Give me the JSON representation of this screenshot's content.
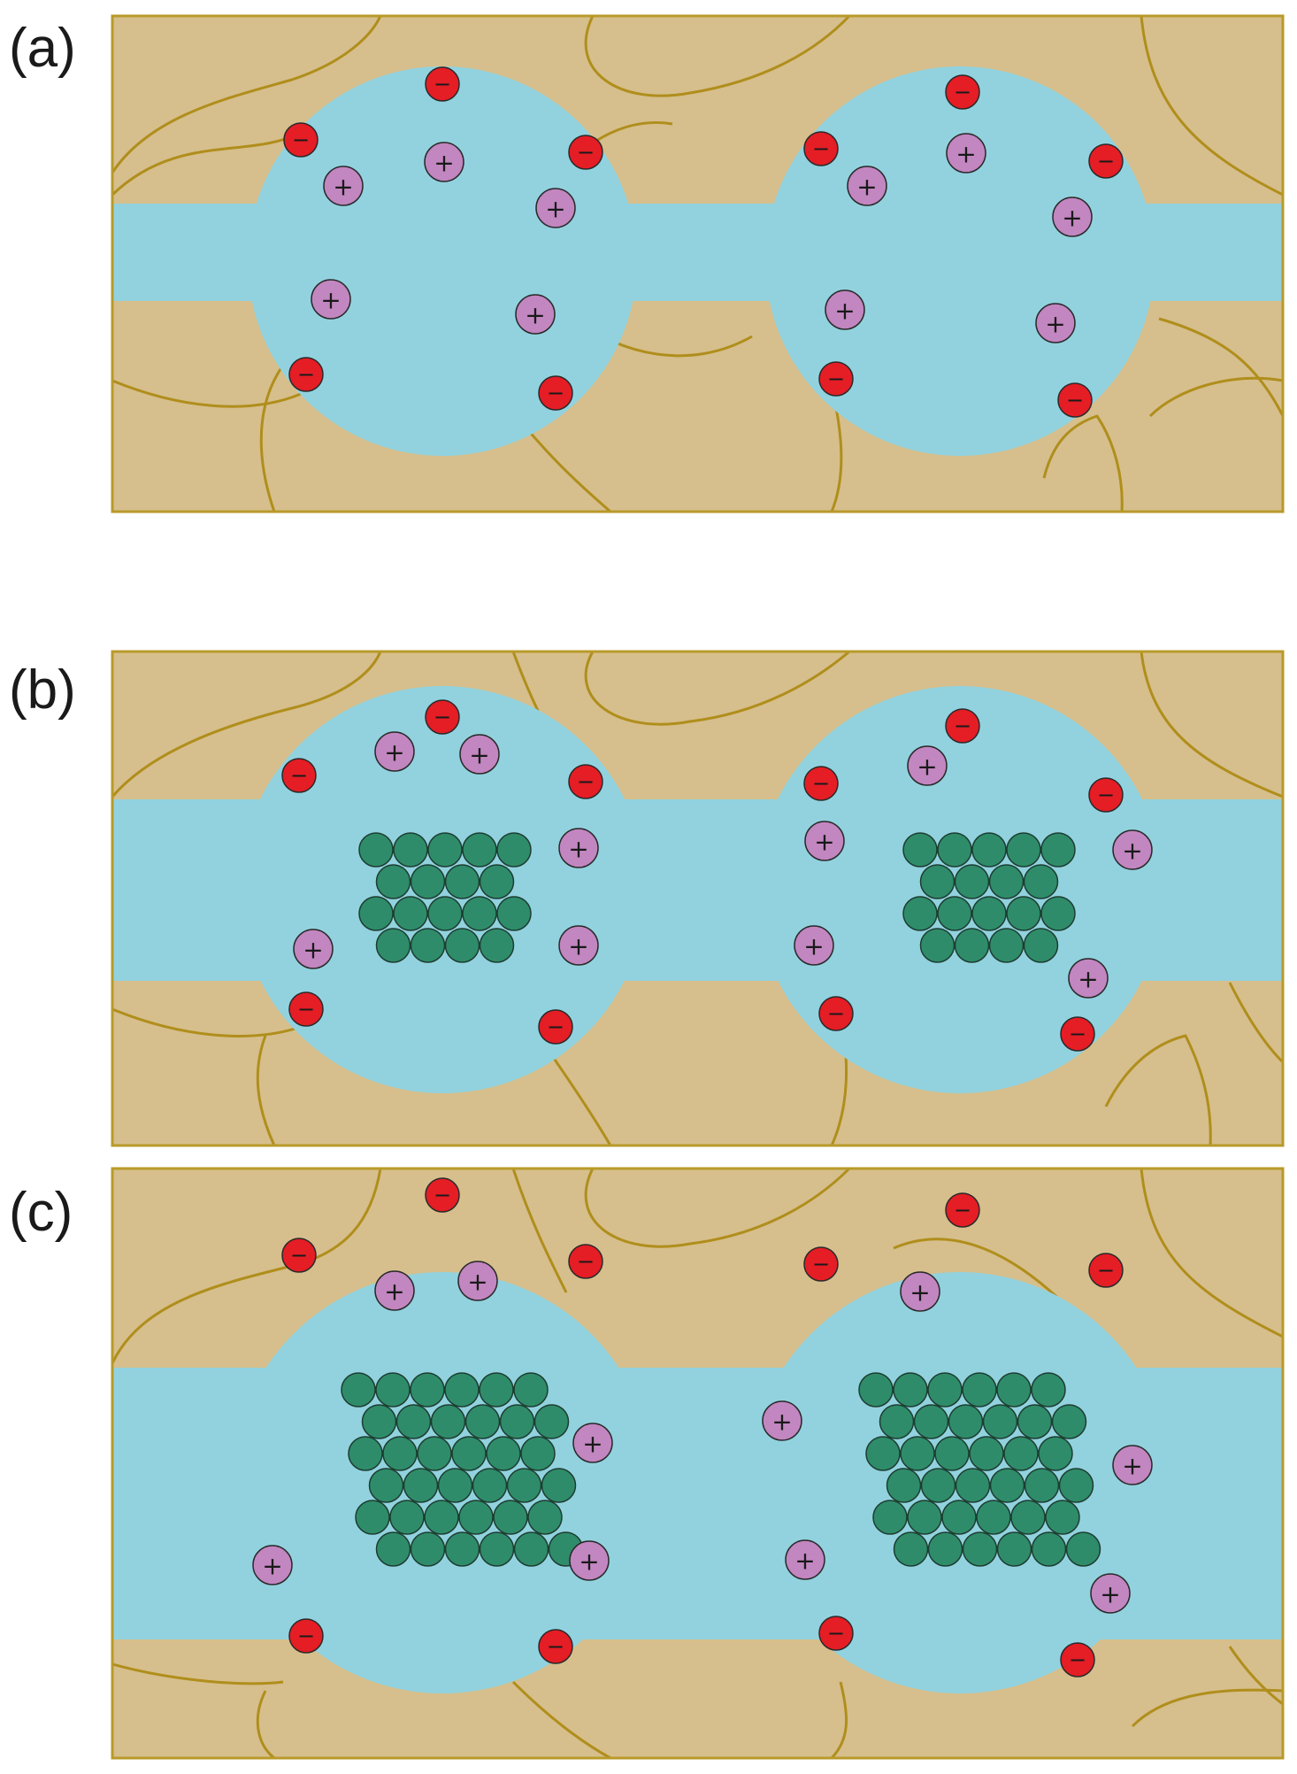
{
  "colors": {
    "matrix": "#d6bf8c",
    "matrix_border": "#b89a2a",
    "fiber": "#b08e1c",
    "water": "#92d2df",
    "water_edge": "#7fb8c4",
    "anion": "#e51d25",
    "cation": "#c286c0",
    "ion_stroke": "#2a2a2a",
    "crystal": "#2f8c6a",
    "crystal_stroke": "#1d3d31"
  },
  "legend": {
    "anion_symbol": "−",
    "cation_symbol": "+"
  },
  "panels": [
    {
      "label": "(a)",
      "crystal_rows_left": [],
      "crystal_rows_right": []
    },
    {
      "label": "(b)",
      "crystal_rows_left": [
        5,
        4,
        5,
        4
      ],
      "crystal_rows_right": [
        5,
        4,
        5,
        4
      ]
    },
    {
      "label": "(c)",
      "crystal_rows_left": [
        6,
        6,
        6,
        6,
        6,
        6
      ],
      "crystal_rows_right": [
        6,
        6,
        6,
        6,
        6,
        6
      ]
    }
  ]
}
